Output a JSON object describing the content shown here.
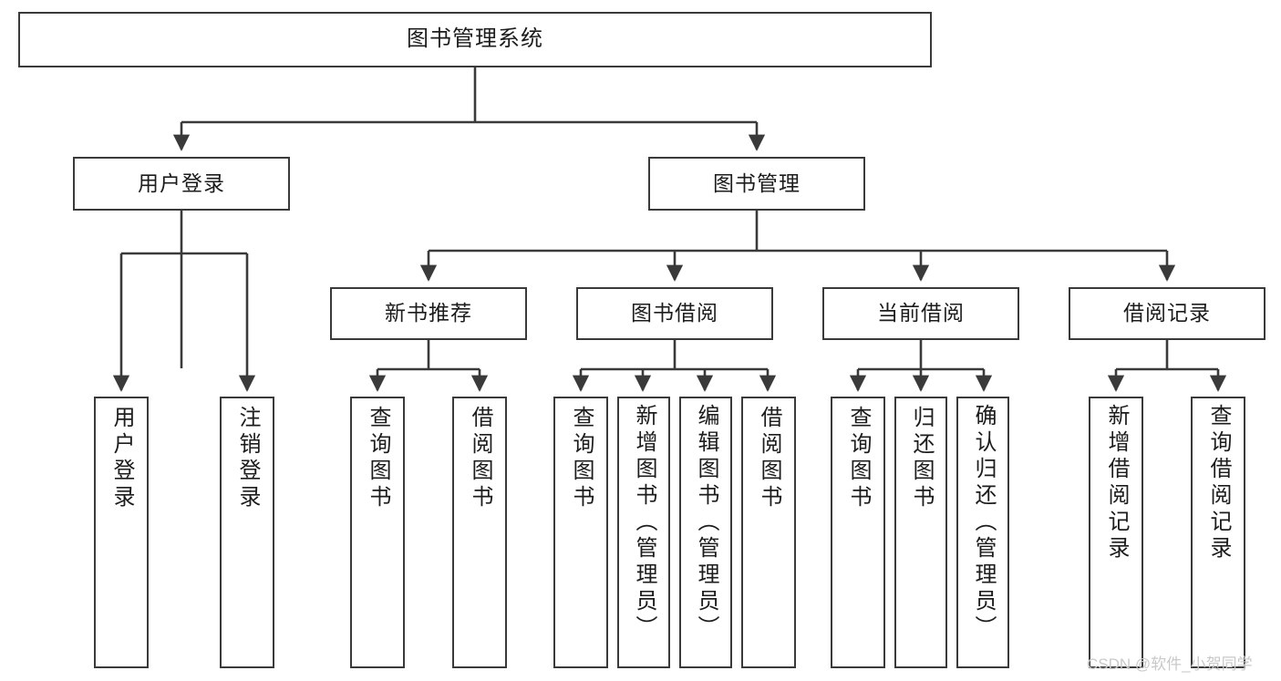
{
  "diagram": {
    "type": "tree-hierarchy",
    "title": "图书管理系统",
    "orientation": "top-down",
    "colors": {
      "box_border": "#3a3a3a",
      "box_fill": "#ffffff",
      "connector": "#3a3a3a",
      "text": "#1c1c1c",
      "watermark": "#c9c9c9"
    },
    "root": {
      "label": "图书管理系统"
    },
    "level2": [
      {
        "label": "用户登录"
      },
      {
        "label": "图书管理"
      }
    ],
    "level3": [
      {
        "label": "新书推荐"
      },
      {
        "label": "图书借阅"
      },
      {
        "label": "当前借阅"
      },
      {
        "label": "借阅记录"
      }
    ],
    "leaves": {
      "user_login": [
        {
          "label": "用户登录"
        },
        {
          "label": "注销登录"
        }
      ],
      "new_book_recommend": [
        {
          "label": "查询图书"
        },
        {
          "label": "借阅图书"
        }
      ],
      "book_borrow": [
        {
          "label": "查询图书"
        },
        {
          "label": "新增图书（管理员）"
        },
        {
          "label": "编辑图书（管理员）"
        },
        {
          "label": "借阅图书"
        }
      ],
      "current_borrow": [
        {
          "label": "查询图书"
        },
        {
          "label": "归还图书"
        },
        {
          "label": "确认归还（管理员）"
        }
      ],
      "borrow_records": [
        {
          "label": "新增借阅记录"
        },
        {
          "label": "查询借阅记录"
        }
      ]
    }
  },
  "watermark": {
    "text": "CSDN @软件_小贺同学"
  }
}
